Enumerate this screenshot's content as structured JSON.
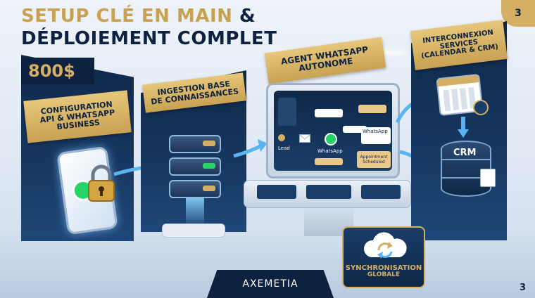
{
  "page_number_top": "3",
  "page_number_bottom": "3",
  "title": {
    "line1_part1": "SETUP CLÉ EN MAIN",
    "line1_part2": "&",
    "line2": "DÉPLOIEMENT COMPLET"
  },
  "price": "800$",
  "steps": [
    {
      "label_line1": "CONFIGURATION",
      "label_line2": "API & WHATSAPP",
      "label_line3": "BUSINESS"
    },
    {
      "label_line1": "INGESTION BASE",
      "label_line2": "DE CONNAISSANCES"
    },
    {
      "label_line1": "AGENT WHATSAPP",
      "label_line2": "AUTONOME"
    },
    {
      "label_line1": "INTERCONNEXION",
      "label_line2": "SERVICES",
      "label_line3": "(CALENDAR & CRM)"
    }
  ],
  "flow": {
    "lead": "Lead",
    "whatsapp_center": "WhatsApp",
    "whatsapp_right": "WhatsApp",
    "appointment_line1": "Appointment",
    "appointment_line2": "Scheduled"
  },
  "crm_label": "CRM",
  "sync": {
    "line1": "SYNCHRONISATION",
    "line2": "GLOBALE"
  },
  "brand": "AXEMETIA",
  "colors": {
    "navy": "#0f2848",
    "gold": "#d4af64",
    "whatsapp_green": "#25d366",
    "accent_blue": "#5ab4f0"
  }
}
